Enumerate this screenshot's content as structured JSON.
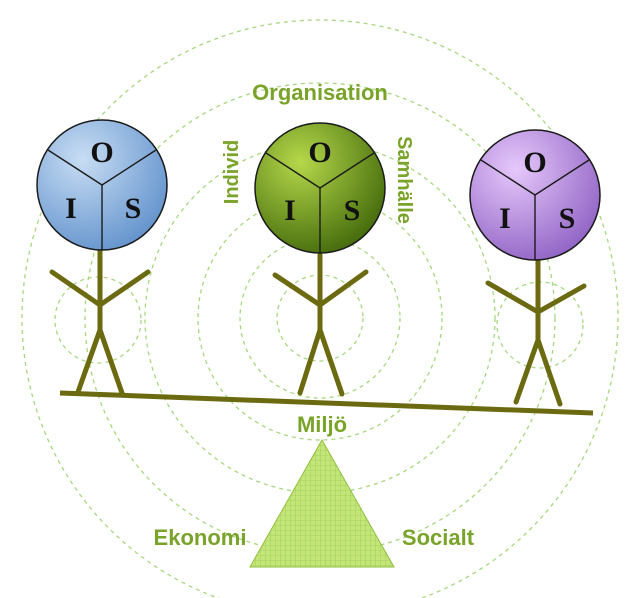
{
  "labels": {
    "organisation": "Organisation",
    "individ": "Individ",
    "samhalle": "Samhälle",
    "miljo": "Miljö",
    "ekonomi": "Ekonomi",
    "socialt": "Socialt"
  },
  "figures": [
    {
      "letters": {
        "o": "O",
        "i": "I",
        "s": "S"
      },
      "color": "#7aa6d8"
    },
    {
      "letters": {
        "o": "O",
        "i": "I",
        "s": "S"
      },
      "color": "#5e8a12"
    },
    {
      "letters": {
        "o": "O",
        "i": "I",
        "s": "S"
      },
      "color": "#a87cd2"
    }
  ],
  "colors": {
    "label_green": "#7aa32a",
    "stick_olive": "#6b6a10",
    "dashed_circle": "#9fd47a",
    "triangle_fill": "#b9de6a"
  }
}
